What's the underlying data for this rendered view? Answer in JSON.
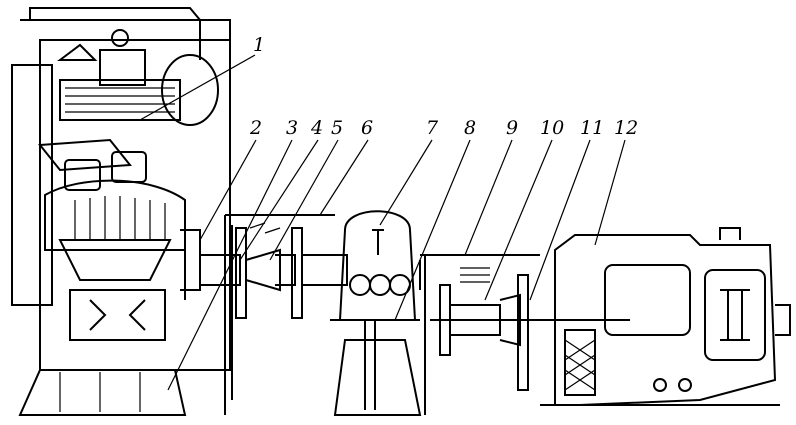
{
  "diagram": {
    "type": "technical line drawing",
    "labels": [
      "1",
      "2",
      "3",
      "4",
      "5",
      "6",
      "7",
      "8",
      "9",
      "10",
      "11",
      "12"
    ]
  },
  "colors": {
    "ink": "#000000",
    "paper": "#ffffff"
  }
}
